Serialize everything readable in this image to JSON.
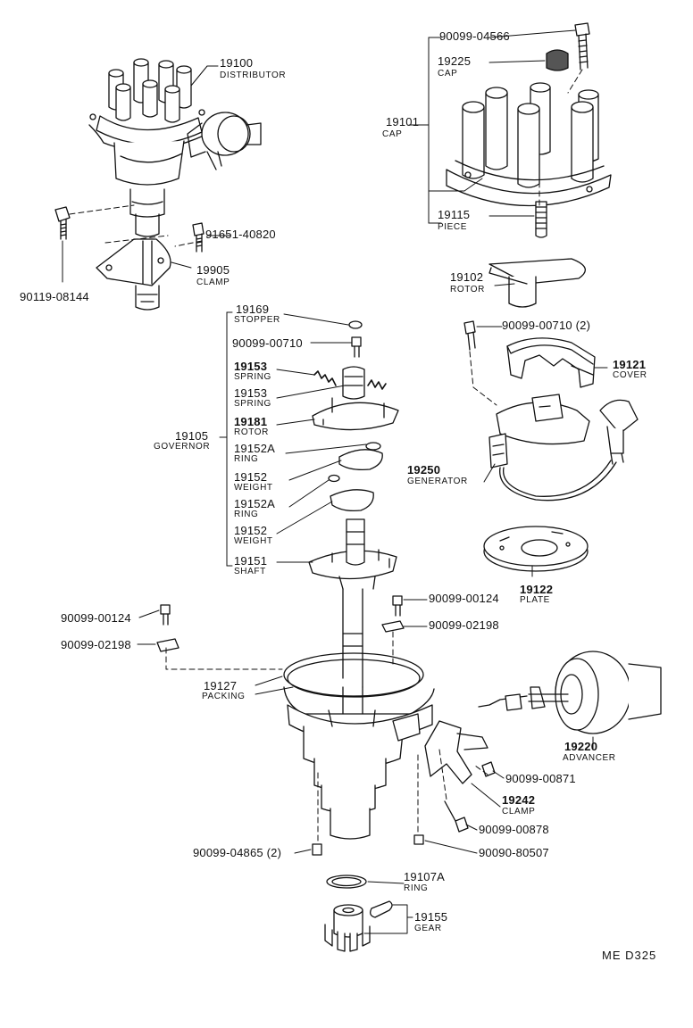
{
  "colors": {
    "ink": "#111111",
    "paper": "#ffffff",
    "shade": "#555555"
  },
  "parts": {
    "p19100": {
      "number": "19100",
      "name": "DISTRIBUTOR"
    },
    "p90099_04566": {
      "number": "90099-04566"
    },
    "p19225": {
      "number": "19225",
      "name": "CAP"
    },
    "p19101": {
      "number": "19101",
      "name": "CAP"
    },
    "p19115": {
      "number": "19115",
      "name": "PIECE"
    },
    "p91651_40820": {
      "number": "91651-40820"
    },
    "p19905": {
      "number": "19905",
      "name": "CLAMP"
    },
    "p90119_08144": {
      "number": "90119-08144"
    },
    "p19102": {
      "number": "19102",
      "name": "ROTOR"
    },
    "p90099_00710_2": {
      "number": "90099-00710 (2)"
    },
    "p19121": {
      "number": "19121",
      "name": "COVER"
    },
    "p19250": {
      "number": "19250",
      "name": "GENERATOR"
    },
    "p19122": {
      "number": "19122",
      "name": "PLATE"
    },
    "p19169": {
      "number": "19169",
      "name": "STOPPER"
    },
    "p90099_00710": {
      "number": "90099-00710"
    },
    "p19153a": {
      "number": "19153",
      "name": "SPRING"
    },
    "p19153b": {
      "number": "19153",
      "name": "SPRING"
    },
    "p19181": {
      "number": "19181",
      "name": "ROTOR"
    },
    "p19105": {
      "number": "19105",
      "name": "GOVERNOR"
    },
    "p19152A_a": {
      "number": "19152A",
      "name": "RING"
    },
    "p19152_a": {
      "number": "19152",
      "name": "WEIGHT"
    },
    "p19152A_b": {
      "number": "19152A",
      "name": "RING"
    },
    "p19152_b": {
      "number": "19152",
      "name": "WEIGHT"
    },
    "p19151": {
      "number": "19151",
      "name": "SHAFT"
    },
    "p90099_00124_r": {
      "number": "90099-00124"
    },
    "p90099_02198_r": {
      "number": "90099-02198"
    },
    "p90099_00124_l": {
      "number": "90099-00124"
    },
    "p90099_02198_l": {
      "number": "90099-02198"
    },
    "p19127": {
      "number": "19127",
      "name": "PACKING"
    },
    "p19220": {
      "number": "19220",
      "name": "ADVANCER"
    },
    "p90099_00871": {
      "number": "90099-00871"
    },
    "p19242": {
      "number": "19242",
      "name": "CLAMP"
    },
    "p90099_00878": {
      "number": "90099-00878"
    },
    "p90099_04865": {
      "number": "90099-04865 (2)"
    },
    "p90090_80507": {
      "number": "90090-80507"
    },
    "p19107A": {
      "number": "19107A",
      "name": "RING"
    },
    "p19155": {
      "number": "19155",
      "name": "GEAR"
    }
  },
  "reference": "ME  D325"
}
